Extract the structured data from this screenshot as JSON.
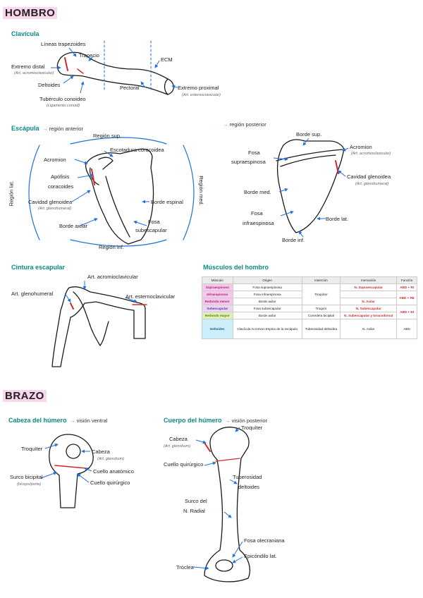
{
  "sections": {
    "hombro": "HOMBRO",
    "brazo": "BRAZO"
  },
  "clavicula": {
    "title": "Clavícula",
    "labels": {
      "lineas": "Líneas trapezoides",
      "trapecio": "Trapecio",
      "ecm": "ECM",
      "extremo_distal": "Extremo distal",
      "extremo_distal_sub": "(Art. acromioclavicular)",
      "deltoides": "Deltoides",
      "tuberculo": "Tubérculo conoideo",
      "tuberculo_sub": "(Ligamento conoid)",
      "pectoral": "Pectoral",
      "extremo_proximal": "Extremo proximal",
      "extremo_proximal_sub": "(Art. esternoclavicular)"
    }
  },
  "escapula": {
    "title": "Escápula",
    "view_anterior": "región anterior",
    "view_posterior": "región posterior",
    "anterior": {
      "region_sup": "Región sup.",
      "region_lat": "Región lat.",
      "region_med": "Región med.",
      "region_inf": "Región inf.",
      "escotadura": "Escotadura coracoidea",
      "acromion": "Acromion",
      "apofisis": "Apófisis",
      "coracoides": "coracoides",
      "cavidad": "Cavidad glenoidea",
      "cavidad_sub": "(Art. glenohumeral)",
      "borde_espinal": "Borde espinal",
      "borde_axilar": "Borde axilar",
      "fosa": "Fosa",
      "subescapular": "subescapular"
    },
    "posterior": {
      "borde_sup": "Borde sup.",
      "acromion": "Acromion",
      "acromion_sub": "(Art. acromioclavicular)",
      "fosa": "Fosa",
      "supraespinosa": "supraespinosa",
      "cavidad": "Cavidad glenoidea",
      "cavidad_sub": "(Art. glenohumeral)",
      "borde_med": "Borde med.",
      "fosa2": "Fosa",
      "infraespinosa": "infraespinosa",
      "borde_lat": "Borde lat.",
      "borde_inf": "Borde inf."
    }
  },
  "cintura": {
    "title": "Cintura escapular",
    "art_acromio": "Art. acromioclavicular",
    "art_gleno": "Art. glenohumeral",
    "art_esterno": "Art. esternoclavicular"
  },
  "musculos": {
    "title": "Músculos del hombro",
    "headers": [
      "Músculo",
      "Origen",
      "Inserción",
      "Inervación",
      "Función"
    ],
    "rows": [
      {
        "musculo": "Supraespinoso",
        "origen": "Fosa supraespinosa"
      },
      {
        "musculo": "Infraespinoso",
        "origen": "Fosa infraespinosa"
      },
      {
        "musculo": "Redondo menor",
        "origen": "Borde axilar"
      },
      {
        "musculo": "Subescapular",
        "origen": "Fosa subescapular",
        "insercion": "Troquín",
        "inervacion": "N. Subescapular"
      },
      {
        "musculo": "Redondo mayor",
        "origen": "Borde axilar",
        "insercion": "Corredera bicipital",
        "inervacion": "N. Subescapular y toracodorsal"
      },
      {
        "musculo": "Deltoides",
        "origen": "Clavícula Acromion Espina de la escápula",
        "insercion": "Tuberosidad deltoidea",
        "inervacion": "N. Axilar",
        "funcion": "ABD"
      }
    ],
    "troquiter": "Troquíter",
    "n_supraescapular": "N. Supraescapular",
    "n_axilar": "N. Axilar",
    "abd_ri": "ABD + RI",
    "abd_re": "ABD + RE",
    "abd_ri2": "ABD + RI"
  },
  "cabeza_humero": {
    "title": "Cabeza del húmero",
    "view": "visión ventral",
    "troquiter": "Troquíter",
    "cabeza": "Cabeza",
    "cabeza_sub": "(Art. glenohum)",
    "surco": "Surco bicipital",
    "surco_sub": "(bíceps/porta)",
    "cuello_anat": "Cuello anatómico",
    "cuello_quir": "Cuello quirúrgico"
  },
  "cuerpo_humero": {
    "title": "Cuerpo del húmero",
    "view": "visión posterior",
    "troquiter": "Troquíter",
    "cabeza": "Cabeza",
    "cabeza_sub": "(Art. glenohum)",
    "cuello_quir": "Cuello quirúrgico",
    "tuberosidad": "Tuberosidad",
    "deltoides": "deltoides",
    "surco": "Surco del",
    "n_radial": "N. Radial",
    "fosa_olecranon": "Fosa olecraniana",
    "epicondilo": "Epicóndilo lat.",
    "troclea": "Tróclea"
  }
}
